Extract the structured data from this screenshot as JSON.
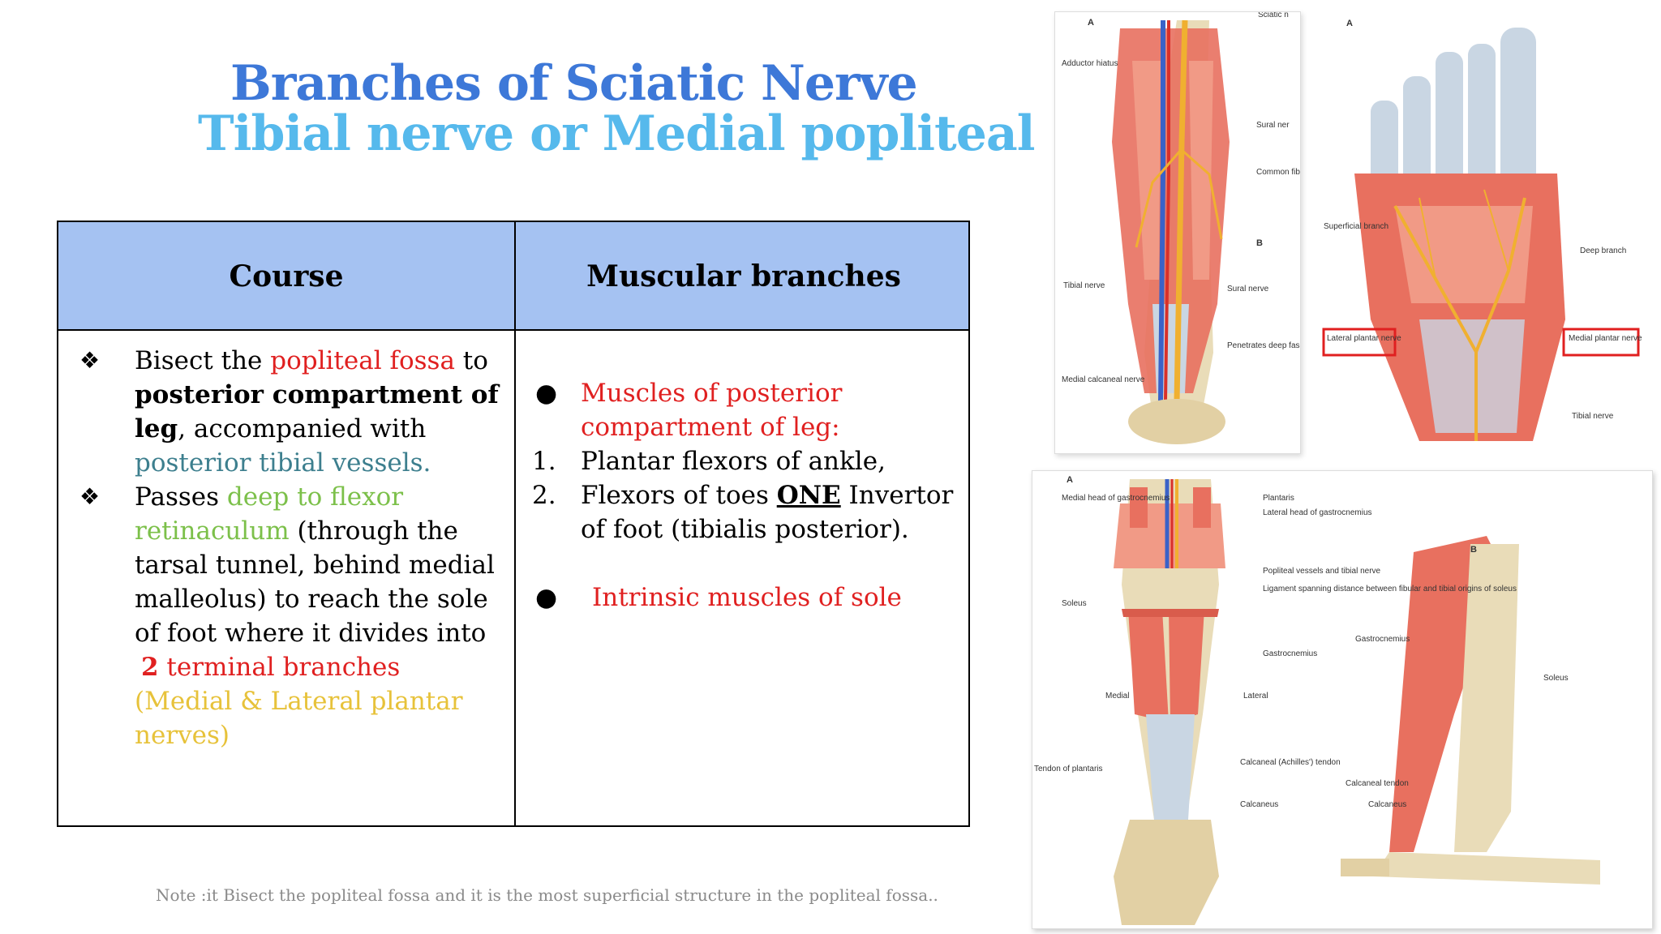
{
  "slide": {
    "title_line1": "Branches of Sciatic Nerve",
    "title_line2": "Tibial nerve or Medial popliteal"
  },
  "table": {
    "headers": [
      "Course",
      "Muscular branches"
    ],
    "course": {
      "b1_part1": "Bisect the ",
      "b1_red": "popliteal fossa",
      "b1_part2": " to ",
      "b1_bold": "posterior compartment of leg",
      "b1_part3": ", accompanied with ",
      "b1_teal": "posterior tibial vessels.",
      "b2_part1": "Passes ",
      "b2_green": "deep to flexor retinaculum",
      "b2_part2": " (through the tarsal tunnel, behind medial malleolus) to reach the sole of foot where it divides into",
      "b2_num": "2",
      "b2_red": " terminal branches",
      "b2_gold": "(Medial & Lateral plantar nerves)"
    },
    "branches": {
      "item1": "Muscles of posterior compartment of leg:",
      "n1_label": "1.",
      "n1": "Plantar flexors of ankle,",
      "n2_label": "2.",
      "n2_part1": "Flexors of toes ",
      "n2_bold": "ONE",
      "n2_part2": " Invertor of foot (tibialis posterior).",
      "item2": "Intrinsic muscles of sole"
    }
  },
  "note": "Note :it Bisect the popliteal fossa and it is the most superficial structure in the popliteal fossa..",
  "figures": {
    "fig_a": {
      "panel_a": "A",
      "panel_b": "B",
      "labels": [
        "Sciatic n",
        "Adductor hiatus",
        "Sural ner",
        "Common fibular ne",
        "Tibial nerve",
        "Sural nerve",
        "Penetrates deep fascia",
        "Medial calcaneal nerve"
      ]
    },
    "fig_b": {
      "panel_a": "A",
      "labels": [
        "Superficial branch",
        "Deep branch",
        "Lateral plantar nerve",
        "Medial plantar nerve",
        "Tibial nerve"
      ]
    },
    "fig_c": {
      "panel_a": "A",
      "panel_b": "B",
      "labels": [
        "Medial head of gastrocnemius",
        "Plantaris",
        "Lateral head of gastrocnemius",
        "Popliteal vessels and tibial nerve",
        "Soleus",
        "Ligament spanning distance between fibular and tibial origins of soleus",
        "Gastrocnemius",
        "Gastrocnemius",
        "Soleus",
        "Medial",
        "Lateral",
        "Tendon of plantaris",
        "Calcaneal (Achilles') tendon",
        "Calcaneal tendon",
        "Calcaneus",
        "Calcaneus"
      ]
    }
  },
  "colors": {
    "title1": "#3d78d8",
    "title2": "#56b9ec",
    "header_bg": "#a5c2f2",
    "red": "#e02020",
    "green": "#7cc04a",
    "teal": "#3d7f8e",
    "gold": "#e7c23a",
    "note": "#8a8a8a",
    "muscle": "#e8705f",
    "bone": "#e9dcb8",
    "tendon": "#c9d6e3",
    "nerve": "#f0b030"
  },
  "icons": {
    "bullet_course": "four-diamond-icon",
    "bullet_branches": "solid-dot-icon"
  }
}
